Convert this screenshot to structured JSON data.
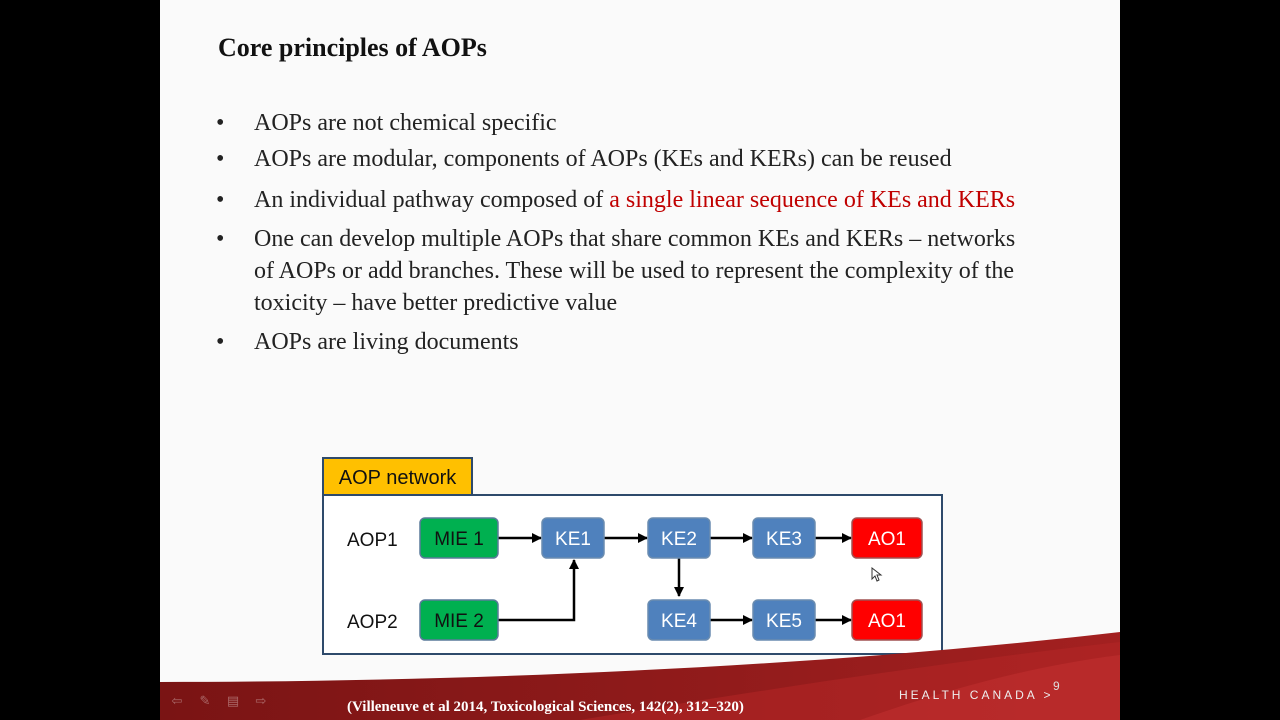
{
  "slide": {
    "title": "Core principles of  AOPs",
    "bullets": [
      {
        "text": "AOPs are not chemical specific"
      },
      {
        "text": "AOPs are modular, components of  AOPs (KEs and KERs) can be reused"
      },
      {
        "text": "An individual pathway composed of ",
        "highlight": "a single linear sequence of  KEs and KERs"
      },
      {
        "text": "One can develop multiple AOPs that share common KEs and KERs – networks of  AOPs or add branches. These will be used to represent the complexity of  the toxicity – have better predictive value"
      },
      {
        "text": "AOPs are living documents"
      }
    ],
    "bullet_char": "•",
    "diagram": {
      "tab_label": "AOP network",
      "rows": {
        "aop1": "AOP1",
        "aop2": "AOP2"
      },
      "nodes": {
        "mie1": "MIE 1",
        "ke1": "KE1",
        "ke2": "KE2",
        "ke3": "KE3",
        "ao1_top": "AO1",
        "mie2": "MIE 2",
        "ke4": "KE4",
        "ke5": "KE5",
        "ao1_bottom": "AO1"
      },
      "colors": {
        "mie": "#00b050",
        "ke": "#4f81bd",
        "ao": "#ff0000",
        "tab": "#ffc000"
      }
    },
    "footer": {
      "citation": "(Villeneuve et al 2014, Toxicological Sciences, 142(2), 312–320)",
      "org": "HEALTH CANADA >",
      "page_number": "9"
    },
    "toolbar": {
      "icons": [
        "arrow-left-icon",
        "pen-icon",
        "menu-icon",
        "arrow-right-icon"
      ],
      "glyphs": [
        "⇦",
        "✎",
        "▤",
        "⇨"
      ]
    }
  }
}
